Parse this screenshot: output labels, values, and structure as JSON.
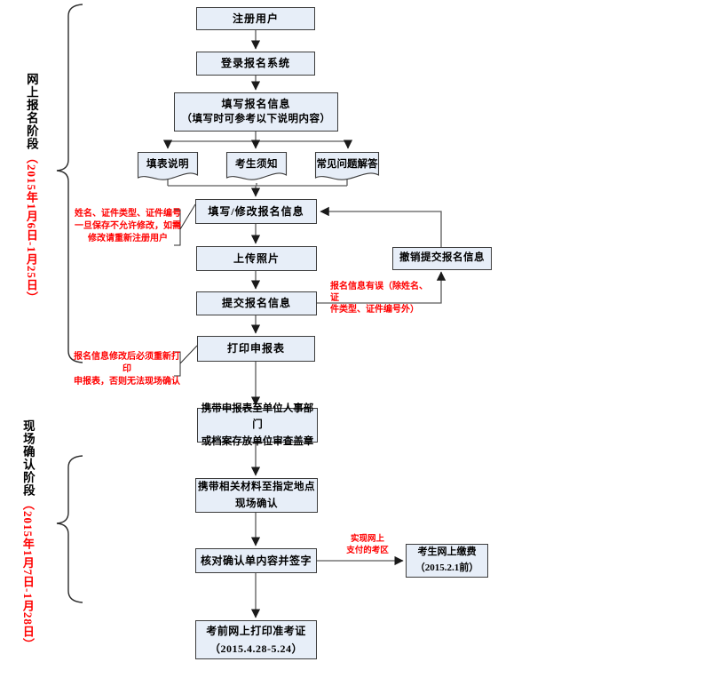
{
  "stages": [
    {
      "label": "网上报名阶段",
      "date": "（2015年1月6日-1月25日）"
    },
    {
      "label": "现场确认阶段",
      "date": "（2015年1月7日-1月28日）"
    }
  ],
  "nodes": {
    "register": "注册用户",
    "login": "登录报名系统",
    "fill_info_line1": "填写报名信息",
    "fill_info_line2": "（填写时可参考以下说明内容）",
    "doc_form_notes": "填表说明",
    "doc_candidate_notice": "考生须知",
    "doc_faq": "常见问题解答",
    "fill_modify": "填写/修改报名信息",
    "upload_photo": "上传照片",
    "cancel_submit": "撤销提交报名信息",
    "submit_info": "提交报名信息",
    "print_form": "打印申报表",
    "bring_form_line1": "携带申报表至单位人事部门",
    "bring_form_line2": "或档案存放单位审查盖章",
    "bring_materials_line1": "携带相关材料至指定地点",
    "bring_materials_line2": "现场确认",
    "verify_sign": "核对确认单内容并签字",
    "pay_online_line1": "考生网上缴费",
    "pay_online_line2": "（2015.2.1前）",
    "print_ticket_line1": "考前网上打印准考证",
    "print_ticket_line2": "（2015.4.28-5.24）"
  },
  "annotations": {
    "modify_warning": [
      "姓名、证件类型、证件编号",
      "一旦保存不允许修改，如需",
      "修改请重新注册用户"
    ],
    "reprint_warning": [
      "报名信息修改后必须重新打印",
      "申报表，否则无法现场确认"
    ],
    "error_note": [
      "报名信息有误（除姓名、证",
      "件类型、证件编号外）"
    ],
    "payment_note": [
      "实现网上",
      "支付的考区"
    ]
  },
  "colors": {
    "box_fill": "#e7eef8",
    "box_border": "#3c3c3c",
    "connector": "#5a5a5a",
    "annotation_red": "#ff0000"
  }
}
